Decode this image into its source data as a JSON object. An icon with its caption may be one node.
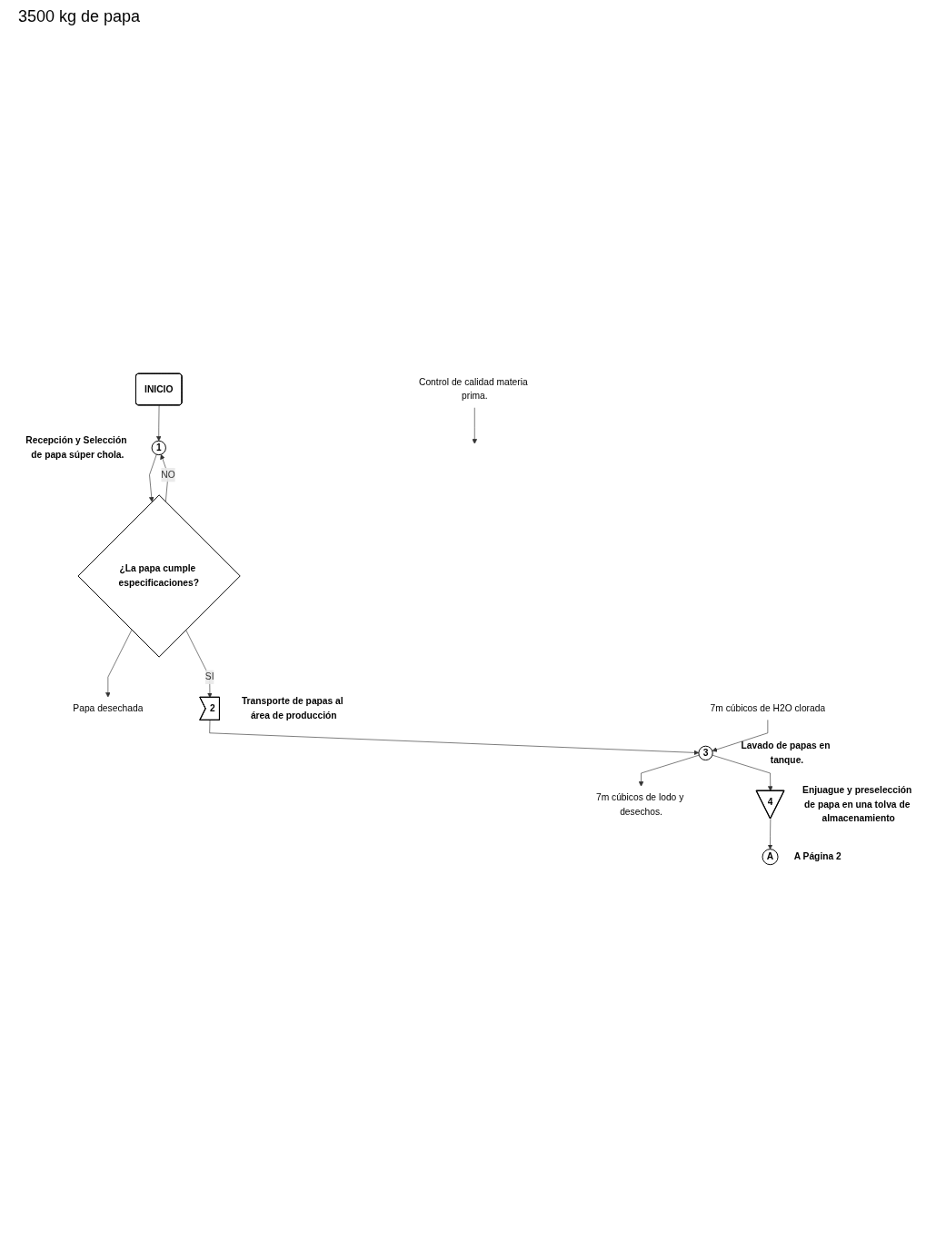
{
  "diagram": {
    "nodes": [
      {
        "text": [
          "INICIO"
        ]
      },
      {
        "text": [
          "1"
        ],
        "beside": [
          "Recepción y Selección de papa súper chola."
        ]
      },
      {
        "text": [
          "Control de calidad materia prima."
        ]
      },
      {
        "text": [
          "¿La papa cumple especificaciones?"
        ]
      },
      {
        "text": [
          "Papa desechada"
        ]
      },
      {
        "text": [
          "2"
        ],
        "beside": [
          "Transporte de papas al área de producción"
        ]
      },
      {
        "text": [
          "3"
        ],
        "beside": [
          "Lavado de papas en tanque."
        ]
      },
      {
        "text": [
          "7m cúbicos de H2O clorada"
        ]
      },
      {
        "text": [
          "7m cúbicos de lodo y desechos."
        ]
      },
      {
        "text": [
          "4"
        ],
        "beside": [
          "Enjuague y preselección de papa en una tolva de almacenamiento"
        ]
      },
      {
        "text": [
          "A"
        ],
        "beside": [
          "A Página 2"
        ]
      }
    ],
    "edges": [
      {
        "from": 0,
        "to": 1,
        "arrow": "to"
      },
      {
        "from": 2,
        "to": null,
        "arrow": "to"
      },
      {
        "from": 1,
        "to": 3,
        "arrow": "to"
      },
      {
        "from": 3,
        "to": 1,
        "arrow": "to",
        "label": "NO"
      },
      {
        "from": 3,
        "to": 4,
        "arrow": "to"
      },
      {
        "from": 3,
        "to": 5,
        "arrow": "to",
        "label": "SI"
      },
      {
        "from": 5,
        "to": 6,
        "arrow": "to"
      },
      {
        "from": 7,
        "to": 6,
        "arrow": "to"
      },
      {
        "from": 6,
        "to": 8,
        "arrow": "to"
      },
      {
        "from": 6,
        "to": 9,
        "arrow": "to"
      },
      {
        "from": 9,
        "to": 10,
        "arrow": "to"
      }
    ],
    "labels": [
      "3500 kg de papa"
    ]
  }
}
